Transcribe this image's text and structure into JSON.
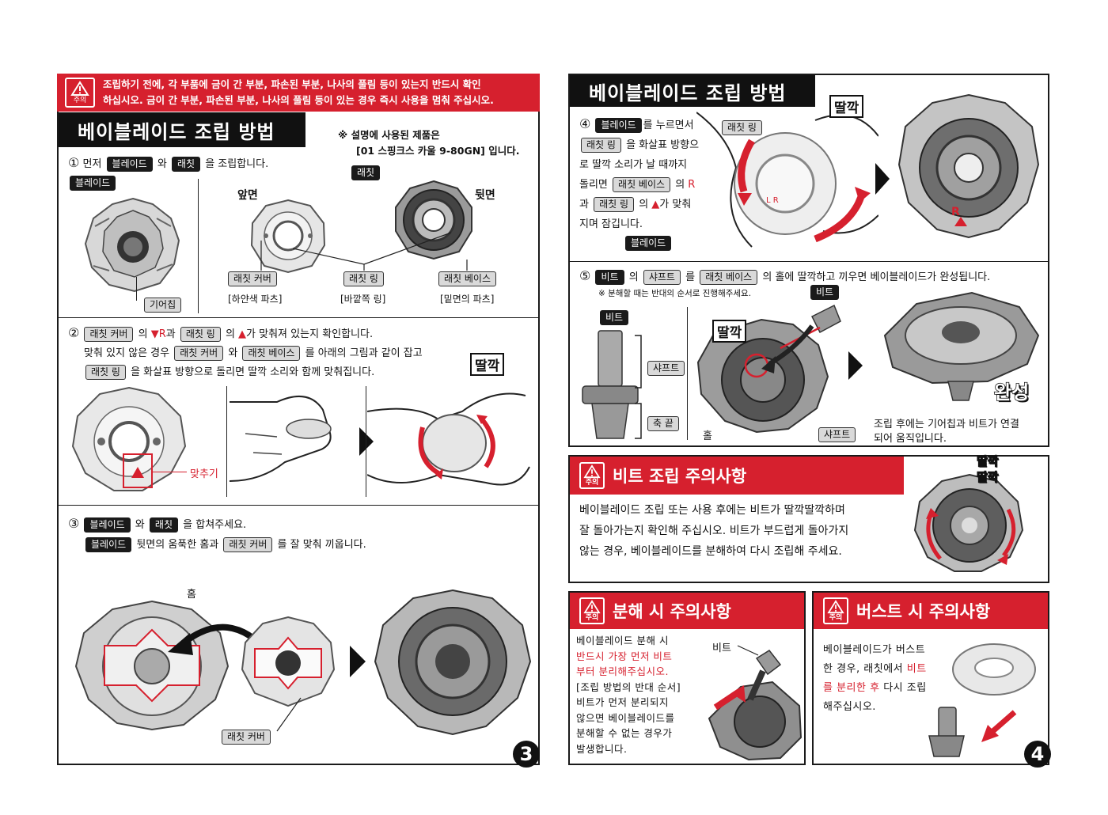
{
  "left": {
    "warning": {
      "icon_label": "주의",
      "line1": "조립하기 전에, 각 부품에 금이 간 부분, 파손된 부분, 나사의 풀림 등이 있는지 반드시 확인",
      "line2": "하십시오. 금이 간 부분, 파손된 부분, 나사의 풀림 등이 있는 경우 즉시 사용을 멈춰 주십시오."
    },
    "title": "베이블레이드 조립 방법",
    "product_note_1": "※ 설명에 사용된 제품은",
    "product_note_2": "[01 스핑크스 카울 9-80GN] 입니다.",
    "step1": {
      "num": "①",
      "pre": "먼저",
      "part_a": "블레이드",
      "mid": "와",
      "part_b": "래칫",
      "post": "을 조립합니다.",
      "blade_label": "블레이드",
      "gear_chip": "기어칩",
      "latch_label": "래칫",
      "front": "앞면",
      "back": "뒷면",
      "cover": "래칫 커버",
      "cover_note": "[하얀색 파츠]",
      "ring": "래칫 링",
      "ring_note": "[바깥쪽 링]",
      "base": "래칫 베이스",
      "base_note": "[밑면의 파츠]"
    },
    "step2": {
      "num": "②",
      "part_a": "래칫 커버",
      "t1": "의",
      "r_mark": "▼R",
      "t2": "과",
      "part_b": "래칫 링",
      "t3": "의",
      "tri_mark": "▲",
      "t4": "가 맞춰져 있는지 확인합니다.",
      "l2_pre": "맞춰 있지 않은 경우",
      "l2_a": "래칫 커버",
      "l2_mid": "와",
      "l2_b": "래칫 베이스",
      "l2_post": "를 아래의 그림과 같이 잡고",
      "l3_a": "래칫 링",
      "l3_post": "을 화살표 방향으로 돌리면 딸깍 소리와 함께 맞춰집니다.",
      "align_label": "맞추기",
      "click": "딸깍"
    },
    "step3": {
      "num": "③",
      "part_a": "블레이드",
      "mid": "와",
      "part_b": "래칫",
      "post": "을 합쳐주세요.",
      "l2_a": "블레이드",
      "l2_mid": "뒷면의 움푹한 홈과",
      "l2_b": "래칫 커버",
      "l2_post": "를 잘 맞춰 끼웁니다.",
      "groove": "홈",
      "cover": "래칫 커버"
    },
    "page_num": "3"
  },
  "right": {
    "title": "베이블레이드 조립 방법",
    "step4": {
      "num": "④",
      "part_a": "블레이드",
      "t1": "를 누르면서",
      "part_b": "래칫 링",
      "t2": "을 화살표 방향으",
      "t3": "로 딸깍 소리가 날 때까지",
      "t4": "돌리면",
      "part_c": "래칫 베이스",
      "t5": "의",
      "r": "R",
      "t6": "과",
      "part_d": "래칫 링",
      "t7": "의",
      "tri": "▲",
      "t8": "가 맞춰",
      "t9": "지며 잠깁니다.",
      "ring_label": "래칫 링",
      "blade_label": "블레이드",
      "click": "딸깍",
      "lr": "L R",
      "r_mark": "R"
    },
    "step5": {
      "num": "⑤",
      "part_a": "비트",
      "t1": "의",
      "part_b": "샤프트",
      "t2": "를",
      "part_c": "래칫 베이스",
      "t3": "의 홀에 딸깍하고 끼우면 베이블레이드가 완성됩니다.",
      "note": "※ 분해할 때는 반대의 순서로 진행해주세요.",
      "bit": "비트",
      "bit2": "비트",
      "shaft": "샤프트",
      "shaft2": "샤프트",
      "tip": "축 끝",
      "hole": "홀",
      "click": "딸깍",
      "done": "완성",
      "after1": "조립 후에는 기어칩과 비트가 연결",
      "after2": "되어 움직입니다."
    },
    "bit_caution": {
      "icon_label": "주의",
      "title": "비트 조립 주의사항",
      "p1": "베이블레이드 조립 또는 사용 후에는 비트가 딸깍딸깍하며",
      "p2": "잘 돌아가는지 확인해 주십시오. 비트가 부드럽게 돌아가지",
      "p3": "않는 경우, 베이블레이드를 분해하여 다시 조립해 주세요.",
      "click1": "딸깍",
      "click2": "딸깍"
    },
    "disassembly": {
      "icon_label": "주의",
      "title": "분해 시 주의사항",
      "l1": "베이블레이드 분해 시",
      "l2": "반드시 가장 먼저 비트",
      "l3": "부터 분리해주십시오.",
      "l4": "[조립 방법의 반대 순서]",
      "l5": "비트가 먼저 분리되지",
      "l6": "않으면 베이블레이드를",
      "l7": "분해할 수 없는 경우가",
      "l8": "발생합니다.",
      "bit": "비트"
    },
    "burst": {
      "icon_label": "주의",
      "title": "버스트 시 주의사항",
      "l1": "베이블레이드가 버스트",
      "l2a": "한 경우, 래칫에서",
      "l2b": "비트",
      "l3a": "를 분리한 후",
      "l3b": "다시 조립",
      "l4": "해주십시오."
    },
    "page_num": "4"
  }
}
